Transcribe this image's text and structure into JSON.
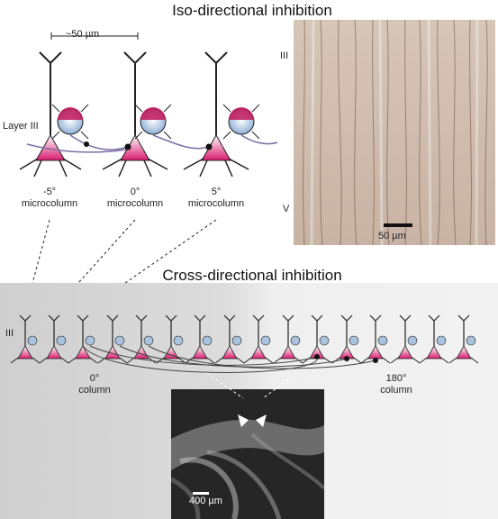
{
  "top_title": "Iso-directional inhibition",
  "scale_label_top": "~50 µm",
  "layer_label": "Layer III",
  "microcolumns": [
    {
      "angle": "-5°",
      "name": "microcolumn"
    },
    {
      "angle": "0°",
      "name": "microcolumn"
    },
    {
      "angle": "5°",
      "name": "microcolumn"
    }
  ],
  "micrograph": {
    "layer_top": "III",
    "layer_bottom": "V",
    "scale_bar": "50 µm"
  },
  "bottom_title": "Cross-directional inhibition",
  "bottom_layer_label": "III",
  "column_left": {
    "angle": "0°",
    "name": "column"
  },
  "column_right": {
    "angle": "180°",
    "name": "column"
  },
  "inset_scale": "400 µm",
  "colors": {
    "soma": "#d81b6e",
    "interneuron": "#a9c3de",
    "axon": "#7d6fa6",
    "micrograph": "#c9b6a8",
    "bottom_panel_left": "#d6d6d6",
    "bottom_panel_right": "#efefef"
  }
}
